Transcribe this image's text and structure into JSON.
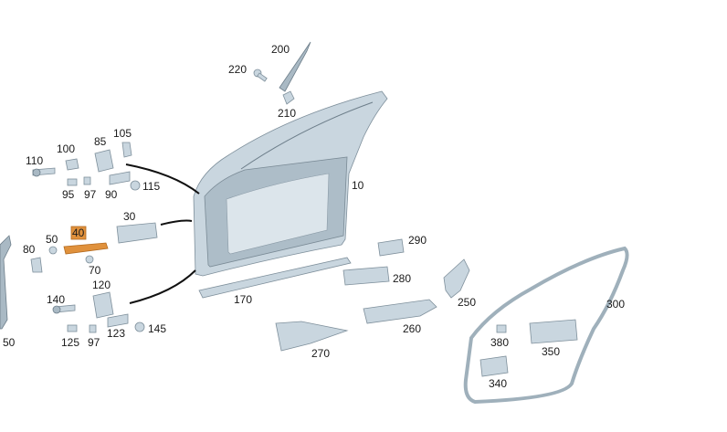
{
  "diagram": {
    "labels": {
      "p200": "200",
      "p220": "220",
      "p210": "210",
      "p10": "10",
      "p105": "105",
      "p85": "85",
      "p100": "100",
      "p110": "110",
      "p95": "95",
      "p97a": "97",
      "p90": "90",
      "p115": "115",
      "p30": "30",
      "p40": "40",
      "p50a": "50",
      "p80": "80",
      "p70": "70",
      "p120": "120",
      "p140": "140",
      "p125": "125",
      "p97b": "97",
      "p123": "123",
      "p145": "145",
      "p50b": "50",
      "p170": "170",
      "p290": "290",
      "p280": "280",
      "p250": "250",
      "p260": "260",
      "p270": "270",
      "p300": "300",
      "p380": "380",
      "p350": "350",
      "p340": "340"
    },
    "highlight_color": "#e0913c",
    "part_color": "#c9d6df"
  }
}
